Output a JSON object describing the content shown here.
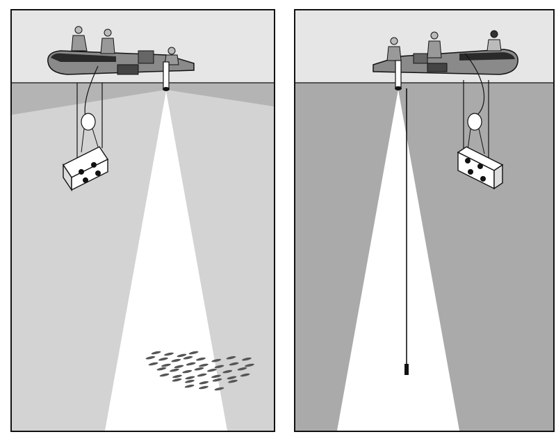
{
  "colors": {
    "sky": "#e6e6e6",
    "water_near": "#b4b4b4",
    "water_far": "#d3d3d3",
    "water_deep": "#aaaaaa",
    "beam": "#ffffff",
    "outline": "#111111",
    "boat_hull": "#8a8a8a",
    "boat_band": "#2a2a2a",
    "fish": "#555555"
  },
  "panels": [
    {
      "id": "left",
      "equipment": [
        "inflatable-boat",
        "crew",
        "echosounder-transducer",
        "hanging-camera-array",
        "acoustic-beam",
        "fish-school"
      ]
    },
    {
      "id": "right",
      "equipment": [
        "inflatable-boat",
        "crew",
        "echosounder-transducer",
        "hanging-camera-array",
        "acoustic-beam",
        "sampling-line"
      ]
    }
  ]
}
